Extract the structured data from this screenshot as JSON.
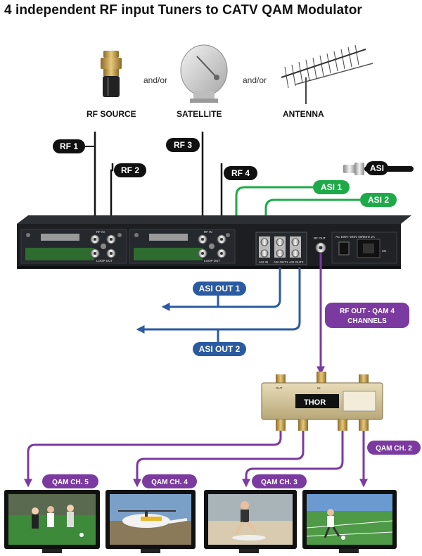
{
  "title": "4 independent RF input Tuners to CATV QAM Modulator",
  "sources": {
    "rf_source": "RF SOURCE",
    "satellite": "SATELLITE",
    "antenna": "ANTENNA",
    "andor": "and/or"
  },
  "rf_inputs": [
    "RF 1",
    "RF 2",
    "RF 3",
    "RF 4"
  ],
  "asi": {
    "cable_label": "ASI",
    "in_1": "ASI 1",
    "in_2": "ASI 2",
    "out_1": "ASI OUT 1",
    "out_2": "ASI OUT 2"
  },
  "rf_out": {
    "line1": "RF OUT -  QAM 4",
    "line2": "CHANNELS"
  },
  "device": {
    "rf_in_label": "RF IN",
    "loop_out_label": "LOOP OUT",
    "asi_in_label": "ASI IN",
    "asi_out1_label": "ASI OUT1",
    "asi_out2_label": "ASI OUT2",
    "rf_out_port_label": "RF OUT",
    "power_label": "AC 100V~240V 50/60Hz 2A"
  },
  "combiner": {
    "brand": "THOR",
    "port_in": "IN",
    "port_out": "OUT"
  },
  "qam_channels": [
    "QAM CH. 5",
    "QAM CH. 4",
    "QAM CH. 3",
    "QAM CH. 2"
  ],
  "colors": {
    "asi_in": "#1faa4a",
    "asi_out": "#2a5aa0",
    "rf_out": "#7b3aa0",
    "rf_in": "#111111",
    "device": "#1c1e22"
  }
}
